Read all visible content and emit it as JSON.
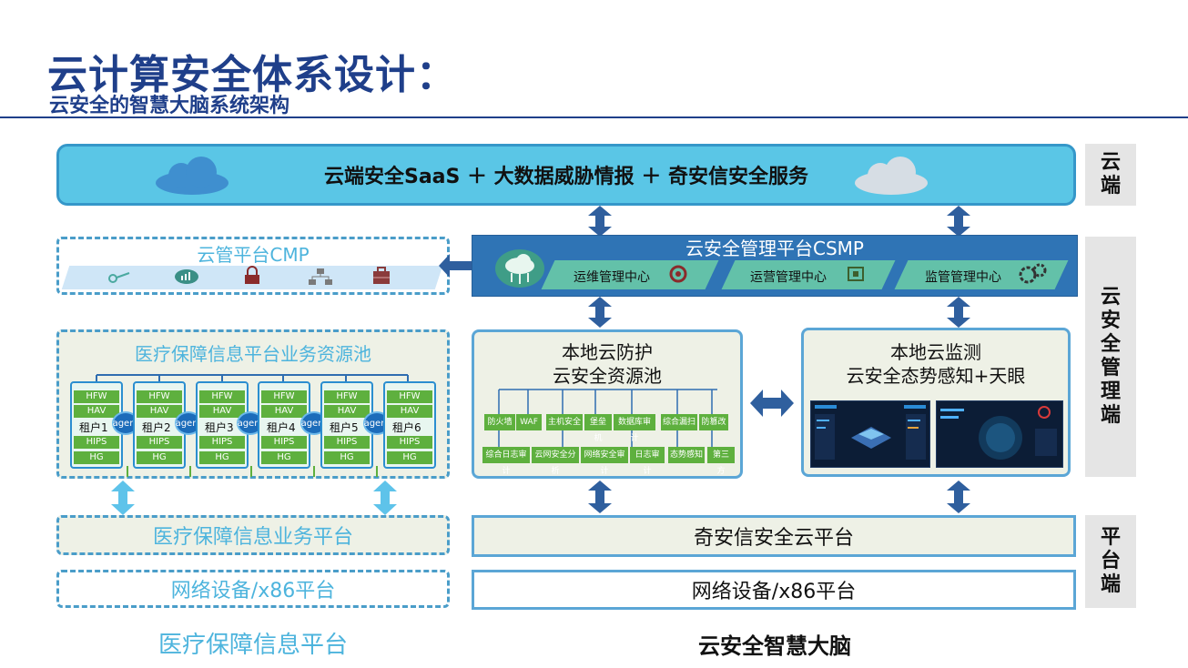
{
  "header": {
    "title": "云计算安全体系设计：",
    "subtitle": "云安全的智慧大脑系统架构"
  },
  "cloud_banner": {
    "text": "云端安全SaaS ＋ 大数据威胁情报 ＋ 奇安信安全服务"
  },
  "side_tabs": {
    "cloud_end": [
      "云",
      "端"
    ],
    "management_end": [
      "云",
      "安",
      "全",
      "管",
      "理",
      "端"
    ],
    "platform_end": [
      "平",
      "台",
      "端"
    ]
  },
  "cmp": {
    "title": "云管平台CMP",
    "icons": [
      "key-icon",
      "signal-icon",
      "lock-icon",
      "network-icon",
      "firewall-icon"
    ]
  },
  "csmp": {
    "title": "云安全管理平台CSMP",
    "centers": [
      "运维管理中心",
      "运营管理中心",
      "监管管理中心"
    ]
  },
  "medical_pool": {
    "title": "医疗保障信息平台业务资源池",
    "tenants": [
      "租户1",
      "租户2",
      "租户3",
      "租户4",
      "租户5",
      "租户6"
    ],
    "tags_top": [
      "HFW",
      "HAV"
    ],
    "tags_bottom": [
      "HIPS",
      "HG"
    ],
    "agent_label": "agent"
  },
  "local_protection": {
    "title_line1": "本地云防护",
    "title_line2": "云安全资源池",
    "row1": [
      "防火墙",
      "WAF",
      "主机安全",
      "堡垒机",
      "数据库审计",
      "综合漏扫",
      "防篡改"
    ],
    "row2": [
      "综合日志审计",
      "云网安全分析",
      "网络安全审计",
      "日志审计",
      "态势感知",
      "第三方"
    ]
  },
  "local_monitoring": {
    "title_line1": "本地云监测",
    "title_line2": "云安全态势感知+天眼"
  },
  "medical_business_platform": "医疗保障信息业务平台",
  "network_left": "网络设备/x86平台",
  "qianxin_cloud_platform": "奇安信安全云平台",
  "network_right": "网络设备/x86平台",
  "captions": {
    "left": "医疗保障信息平台",
    "right": "云安全智慧大脑"
  },
  "colors": {
    "title_blue": "#1f3f8a",
    "banner_cyan": "#5ac6e6",
    "csmp_blue": "#2f74b5",
    "center_teal": "#63c1a9",
    "tag_green": "#5eb03e",
    "light_cyan_text": "#4db4dd",
    "arrow_blue": "#2f5f9e"
  }
}
